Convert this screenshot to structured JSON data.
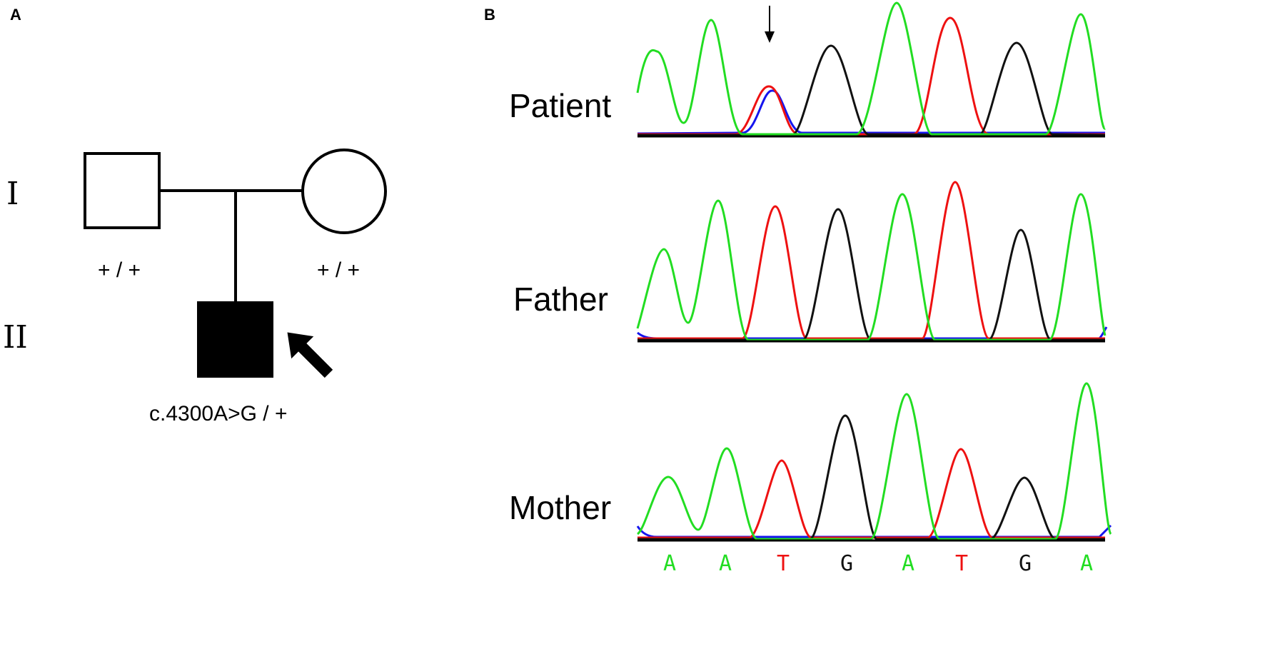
{
  "panel_a": {
    "letter": "A",
    "generations": [
      "I",
      "II"
    ],
    "father": {
      "genotype": "+ / +"
    },
    "mother": {
      "genotype": "+ / +"
    },
    "proband": {
      "genotype": "c.4300A>G / +"
    }
  },
  "panel_b": {
    "letter": "B",
    "samples": [
      "Patient",
      "Father",
      "Mother"
    ],
    "bases": [
      "A",
      "A",
      "T",
      "G",
      "A",
      "T",
      "G",
      "A"
    ],
    "base_colors": {
      "A": "#22dd22",
      "T": "#ee1111",
      "G": "#111111",
      "C": "#1111ee"
    }
  }
}
